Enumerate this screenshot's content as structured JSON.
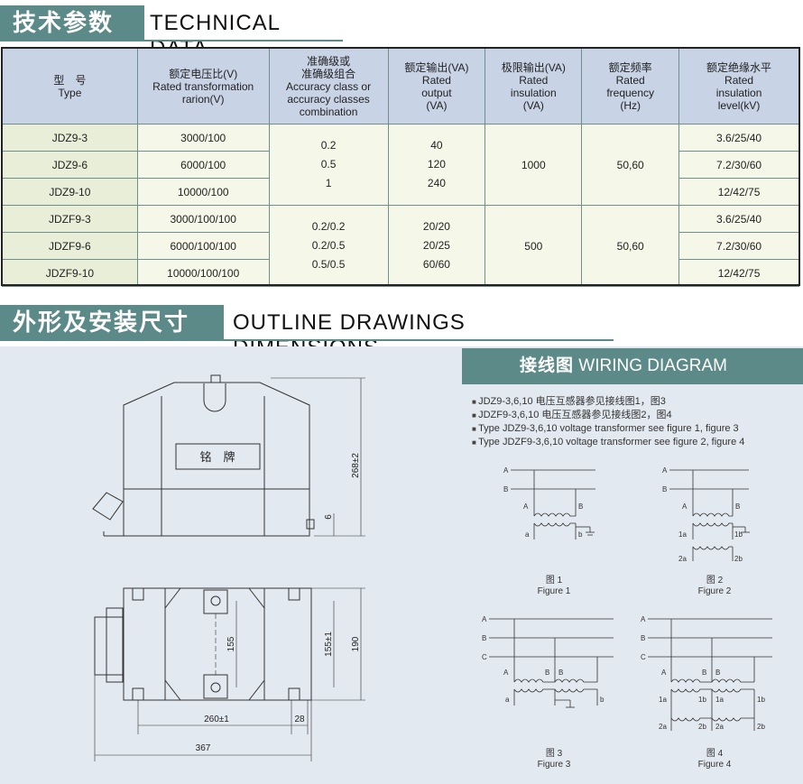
{
  "tech_section": {
    "title_cn": "技术参数",
    "title_en": "TECHNICAL DATA"
  },
  "table": {
    "headers": [
      [
        "型　号",
        "Type"
      ],
      [
        "额定电压比(V)",
        "Rated transformation",
        "rarion(V)"
      ],
      [
        "准确级或",
        "准确级组合",
        "Accuracy class or",
        "accuracy classes",
        "combination"
      ],
      [
        "额定输出(VA)",
        "Rated",
        "output",
        "(VA)"
      ],
      [
        "极限输出(VA)",
        "Rated",
        "insulation",
        "(VA)"
      ],
      [
        "额定频率",
        "Rated",
        "frequency",
        "(Hz)"
      ],
      [
        "额定绝缘水平",
        "Rated",
        "insulation",
        "level(kV)"
      ]
    ],
    "group1": {
      "types": [
        "JDZ9-3",
        "JDZ9-6",
        "JDZ9-10"
      ],
      "ratios": [
        "3000/100",
        "6000/100",
        "10000/100"
      ],
      "accuracy": [
        "0.2",
        "0.5",
        "1"
      ],
      "output": [
        "40",
        "120",
        "240"
      ],
      "limit": "1000",
      "freq": "50,60",
      "levels": [
        "3.6/25/40",
        "7.2/30/60",
        "12/42/75"
      ]
    },
    "group2": {
      "types": [
        "JDZF9-3",
        "JDZF9-6",
        "JDZF9-10"
      ],
      "ratios": [
        "3000/100/100",
        "6000/100/100",
        "10000/100/100"
      ],
      "accuracy": [
        "0.2/0.2",
        "0.2/0.5",
        "0.5/0.5"
      ],
      "output": [
        "20/20",
        "20/25",
        "60/60"
      ],
      "limit": "500",
      "freq": "50,60",
      "levels": [
        "3.6/25/40",
        "7.2/30/60",
        "12/42/75"
      ]
    }
  },
  "outline_section": {
    "title_cn": "外形及安装尺寸",
    "title_en": "OUTLINE  DRAWINGS  DIMENSIONS"
  },
  "drawing": {
    "nameplate": "铭　牌",
    "dims": {
      "height": "268±2",
      "six": "6",
      "d155": "155",
      "d155b": "155±1",
      "d190": "190",
      "d260": "260±1",
      "d28": "28",
      "d367": "367"
    }
  },
  "wiring": {
    "title_cn": "接线图",
    "title_en": "WIRING DIAGRAM",
    "notes": [
      "JDZ9-3,6,10 电压互感器参见接线图1，图3",
      "JDZF9-3,6,10 电压互感器参见接线图2，图4",
      "Type JDZ9-3,6,10 voltage transformer see figure 1, figure 3",
      "Type JDZF9-3,6,10 voltage transformer see figure 2, figure 4"
    ],
    "figures": [
      {
        "cn": "图 1",
        "en": "Figure 1"
      },
      {
        "cn": "图 2",
        "en": "Figure 2"
      },
      {
        "cn": "图 3",
        "en": "Figure 3"
      },
      {
        "cn": "图 4",
        "en": "Figure 4"
      }
    ],
    "labels": {
      "A": "A",
      "B": "B",
      "C": "C",
      "a": "a",
      "b": "b",
      "a1": "1a",
      "b1": "1b",
      "a2": "2a",
      "b2": "2b"
    }
  },
  "colors": {
    "accent": "#5b8a88",
    "header_bg": "#c8d3e5",
    "cell_bg": "#f5f7e8",
    "panel_bg": "#e3e9f0"
  }
}
